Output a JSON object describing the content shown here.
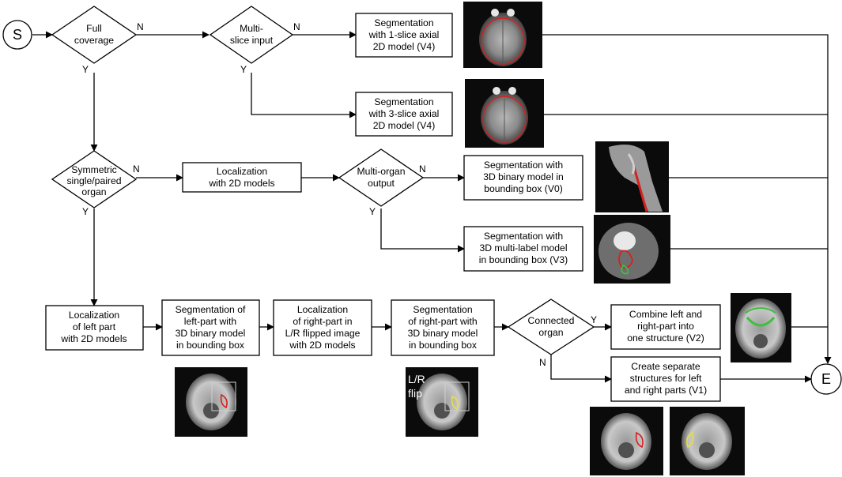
{
  "nodes": {
    "start": "S",
    "end": "E",
    "full_coverage": [
      "Full",
      "coverage"
    ],
    "multi_slice": [
      "Multi-",
      "slice input"
    ],
    "seg_1slice": [
      "Segmentation",
      "with 1-slice axial",
      "2D model (V4)"
    ],
    "seg_3slice": [
      "Segmentation",
      "with 3-slice axial",
      "2D model (V4)"
    ],
    "symmetric": [
      "Symmetric",
      "single/paired",
      "organ"
    ],
    "localization_2d": [
      "Localization",
      "with 2D models"
    ],
    "multi_organ": [
      "Multi-organ",
      "output"
    ],
    "seg_v0": [
      "Segmentation with",
      "3D binary model in",
      "bounding box (V0)"
    ],
    "seg_v3": [
      "Segmentation with",
      "3D multi-label model",
      "in bounding box (V3)"
    ],
    "loc_left": [
      "Localization",
      "of left part",
      "with 2D models"
    ],
    "seg_left": [
      "Segmentation of",
      "left-part with",
      "3D binary model",
      "in bounding box"
    ],
    "loc_right": [
      "Localization",
      "of right-part in",
      "L/R flipped image",
      "with 2D models"
    ],
    "seg_right": [
      "Segmentation",
      "of right-part with",
      "3D binary model",
      "in bounding box"
    ],
    "connected": [
      "Connected",
      "organ"
    ],
    "combine": [
      "Combine left and",
      "right-part into",
      "one structure (V2)"
    ],
    "separate": [
      "Create separate",
      "structures for left",
      "and right parts (V1)"
    ]
  },
  "edge_labels": {
    "yes": "Y",
    "no": "N"
  },
  "images": {
    "flip_label": [
      "L/R",
      "flip"
    ],
    "list": [
      "axial-brain-scan-1",
      "axial-brain-scan-2",
      "sagittal-spine-scan",
      "sagittal-pelvis-scan",
      "axial-head-scan-green",
      "axial-head-scan-left",
      "axial-head-scan-flipped",
      "axial-head-scan-v1-left",
      "axial-head-scan-v1-right"
    ]
  },
  "colors": {
    "line": "#000000",
    "contour_red": "#d62020",
    "contour_green": "#3fbf3f",
    "contour_yellow": "#e8e040"
  }
}
